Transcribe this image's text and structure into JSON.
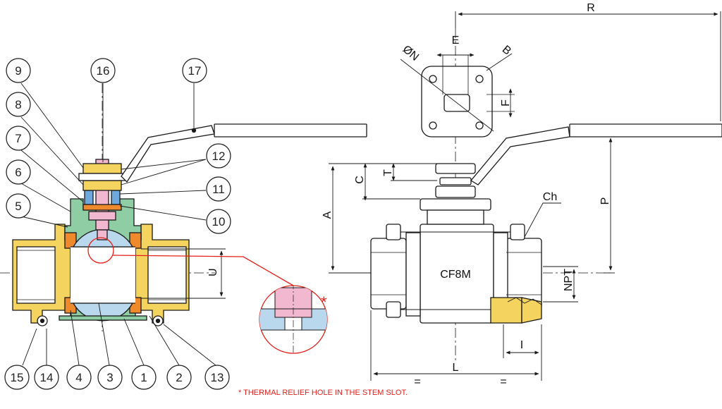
{
  "colors": {
    "ball": "#b9d8ee",
    "body_green": "#8fcda5",
    "end_cap_yellow": "#f4d35e",
    "seat_orange": "#ef8a2c",
    "stem_pink": "#f2b8d0",
    "callout_red": "#e32019",
    "line": "#1a1a1a"
  },
  "part_numbers": {
    "p1": "1",
    "p2": "2",
    "p3": "3",
    "p4": "4",
    "p5": "5",
    "p6": "6",
    "p7": "7",
    "p8": "8",
    "p9": "9",
    "p10": "10",
    "p11": "11",
    "p12": "12",
    "p13": "13",
    "p14": "14",
    "p15": "15",
    "p16": "16",
    "p17": "17"
  },
  "dimensions": {
    "R": "R",
    "E": "E",
    "ON": "ØN",
    "B": "B",
    "F": "F",
    "C": "C",
    "T": "T",
    "A": "A",
    "P": "P",
    "U": "U",
    "NPT": "NPT",
    "I": "I",
    "L": "L",
    "Ch": "Ch",
    "eq_left": "=",
    "eq_right": "="
  },
  "body_marking": "CF8M",
  "detail_marker": "*",
  "note": "* THERMAL RELIEF HOLE IN THE STEM SLOT."
}
